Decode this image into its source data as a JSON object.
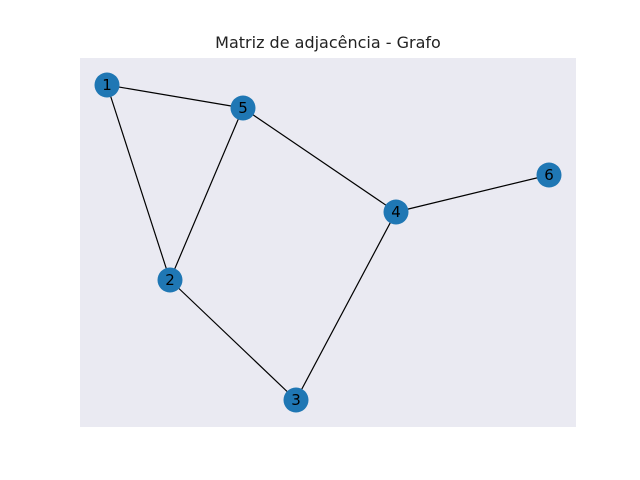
{
  "title": "Matriz de adjacência - Grafo",
  "colors": {
    "background": "#eaeaf2",
    "node": "#1f77b4",
    "edge": "#000000"
  },
  "graph": {
    "nodes": [
      {
        "id": "1",
        "label": "1"
      },
      {
        "id": "2",
        "label": "2"
      },
      {
        "id": "3",
        "label": "3"
      },
      {
        "id": "4",
        "label": "4"
      },
      {
        "id": "5",
        "label": "5"
      },
      {
        "id": "6",
        "label": "6"
      }
    ],
    "edges": [
      [
        "1",
        "5"
      ],
      [
        "1",
        "2"
      ],
      [
        "2",
        "5"
      ],
      [
        "2",
        "3"
      ],
      [
        "3",
        "4"
      ],
      [
        "4",
        "5"
      ],
      [
        "4",
        "6"
      ]
    ]
  }
}
